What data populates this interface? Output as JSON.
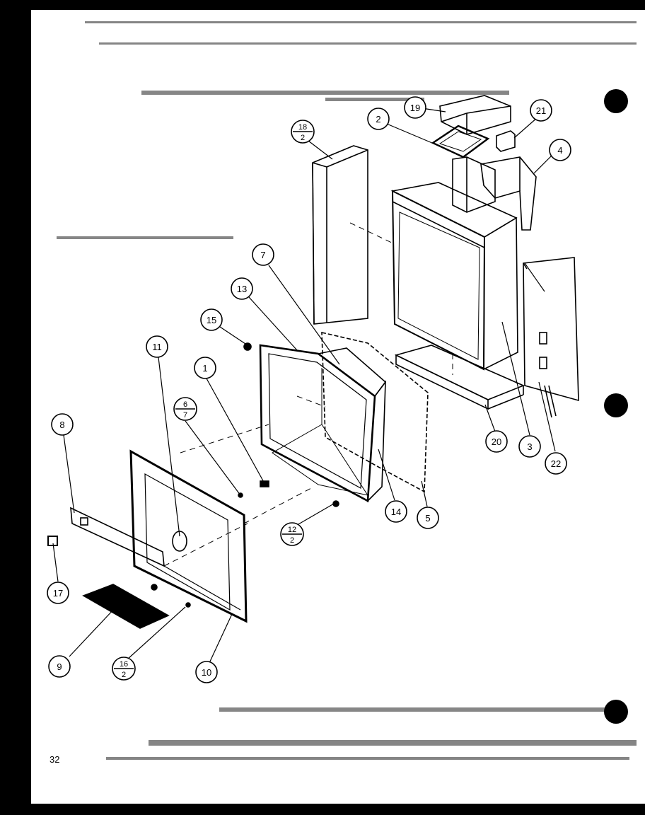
{
  "page_number": "32",
  "callouts": {
    "c1": "1",
    "c2": "2",
    "c3": "3",
    "c4": "4",
    "c5": "5",
    "c7": "7",
    "c8": "8",
    "c9": "9",
    "c10": "10",
    "c11": "11",
    "c13": "13",
    "c14": "14",
    "c15": "15",
    "c17": "17",
    "c19": "19",
    "c20": "20",
    "c21": "21",
    "c22": "22"
  },
  "fraction_callouts": {
    "f18_top": "18",
    "f18_bot": "2",
    "f6_top": "6",
    "f6_bot": "7",
    "f12_top": "12",
    "f12_bot": "2",
    "f16_top": "16",
    "f16_bot": "2"
  }
}
